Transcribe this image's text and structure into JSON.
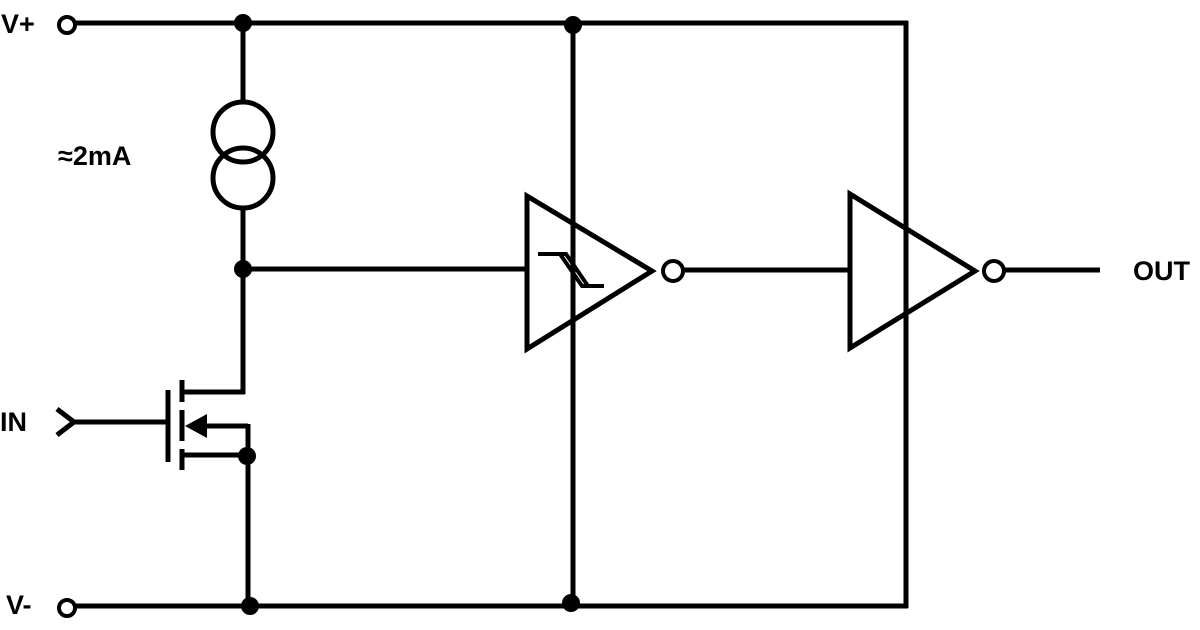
{
  "labels": {
    "vplus": "V+",
    "vminus": "V-",
    "input": "IN",
    "output": "OUT",
    "current": "≈2mA"
  }
}
